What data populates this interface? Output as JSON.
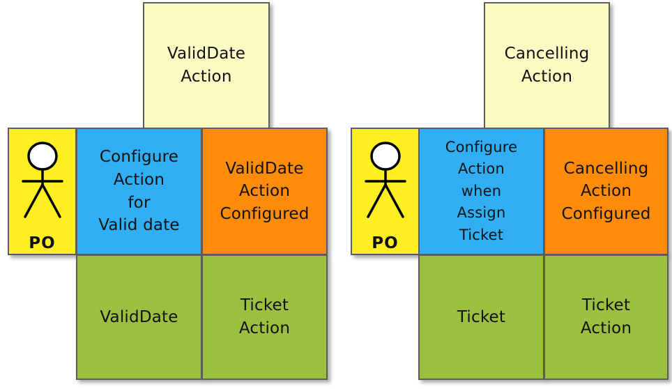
{
  "colors": {
    "note": "#fbfac2",
    "persona": "#ffee22",
    "activity": "#30aff5",
    "outcome": "#ff8c08",
    "story": "#9bbf40",
    "border": "#5c5c5c",
    "text": "#111111"
  },
  "groups": [
    {
      "id": "left",
      "note": {
        "text": "ValidDate\nAction"
      },
      "persona": {
        "icon": "stick-figure-icon",
        "name": "PO"
      },
      "activity": {
        "text": "Configure\nAction\nfor\nValid date"
      },
      "outcome": {
        "text": "ValidDate\nAction\nConfigured"
      },
      "stories": [
        {
          "text": "ValidDate"
        },
        {
          "text": "Ticket\nAction"
        }
      ]
    },
    {
      "id": "right",
      "note": {
        "text": "Cancelling\nAction"
      },
      "persona": {
        "icon": "stick-figure-icon",
        "name": "PO"
      },
      "activity": {
        "text": "Configure\nAction\nwhen\nAssign\nTicket"
      },
      "outcome": {
        "text": "Cancelling\nAction\nConfigured"
      },
      "stories": [
        {
          "text": "Ticket"
        },
        {
          "text": "Ticket\nAction"
        }
      ]
    }
  ]
}
